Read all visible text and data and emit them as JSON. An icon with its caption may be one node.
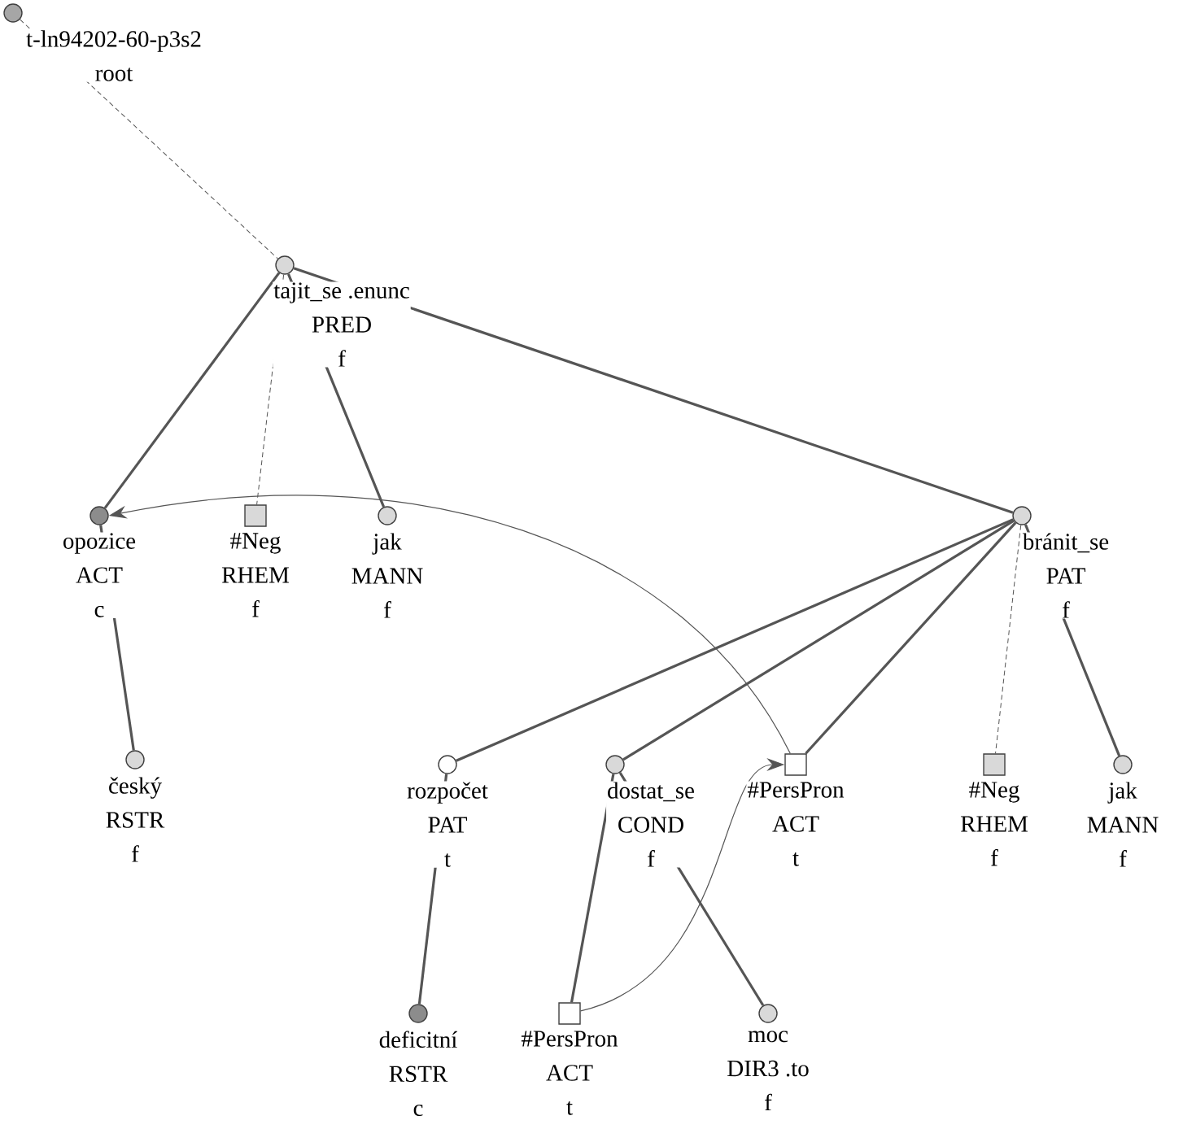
{
  "diagram": {
    "nodes": [
      {
        "text": [],
        "shape": "circle",
        "beside": [
          "t-ln94202-60-p3s2",
          "root"
        ]
      },
      {
        "text": [],
        "shape": "circle",
        "beside": [
          "tajit_se .enunc",
          "PRED",
          "f"
        ]
      },
      {
        "text": [],
        "shape": "circle",
        "beside": [
          "opozice",
          "ACT",
          "c"
        ]
      },
      {
        "text": [],
        "shape": "box",
        "beside": [
          "#Neg",
          "RHEM",
          "f"
        ]
      },
      {
        "text": [],
        "shape": "circle",
        "beside": [
          "jak",
          "MANN",
          "f"
        ]
      },
      {
        "text": [],
        "shape": "circle",
        "beside": [
          "bránit_se",
          "PAT",
          "f"
        ]
      },
      {
        "text": [],
        "shape": "circle",
        "beside": [
          "český",
          "RSTR",
          "f"
        ]
      },
      {
        "text": [],
        "shape": "circle",
        "beside": [
          "rozpočet",
          "PAT",
          "t"
        ]
      },
      {
        "text": [],
        "shape": "circle",
        "beside": [
          "dostat_se",
          "COND",
          "f"
        ]
      },
      {
        "text": [],
        "shape": "box",
        "beside": [
          "#PersPron",
          "ACT",
          "t"
        ]
      },
      {
        "text": [],
        "shape": "box",
        "beside": [
          "#Neg",
          "RHEM",
          "f"
        ]
      },
      {
        "text": [],
        "shape": "circle",
        "beside": [
          "jak",
          "MANN",
          "f"
        ]
      },
      {
        "text": [],
        "shape": "circle",
        "beside": [
          "deficitní",
          "RSTR",
          "c"
        ]
      },
      {
        "text": [],
        "shape": "box",
        "beside": [
          "#PersPron",
          "ACT",
          "t"
        ]
      },
      {
        "text": [],
        "shape": "circle",
        "beside": [
          "moc",
          "DIR3 .to",
          "f"
        ]
      }
    ],
    "edges": [
      {
        "from": 0,
        "to": 1,
        "arrow": "none",
        "style": "dashed"
      },
      {
        "from": 1,
        "to": 2,
        "arrow": "none"
      },
      {
        "from": 1,
        "to": 3,
        "arrow": "none",
        "style": "dashed"
      },
      {
        "from": 1,
        "to": 4,
        "arrow": "none"
      },
      {
        "from": 1,
        "to": 5,
        "arrow": "none"
      },
      {
        "from": 2,
        "to": 6,
        "arrow": "none"
      },
      {
        "from": 5,
        "to": 7,
        "arrow": "none"
      },
      {
        "from": 5,
        "to": 8,
        "arrow": "none"
      },
      {
        "from": 5,
        "to": 9,
        "arrow": "none"
      },
      {
        "from": 5,
        "to": 10,
        "arrow": "none",
        "style": "dashed"
      },
      {
        "from": 5,
        "to": 11,
        "arrow": "none"
      },
      {
        "from": 7,
        "to": 12,
        "arrow": "none"
      },
      {
        "from": 8,
        "to": 13,
        "arrow": "none"
      },
      {
        "from": 8,
        "to": 14,
        "arrow": "none"
      },
      {
        "from": 9,
        "to": 2,
        "arrow": "to"
      },
      {
        "from": 13,
        "to": 9,
        "arrow": "to"
      }
    ]
  }
}
